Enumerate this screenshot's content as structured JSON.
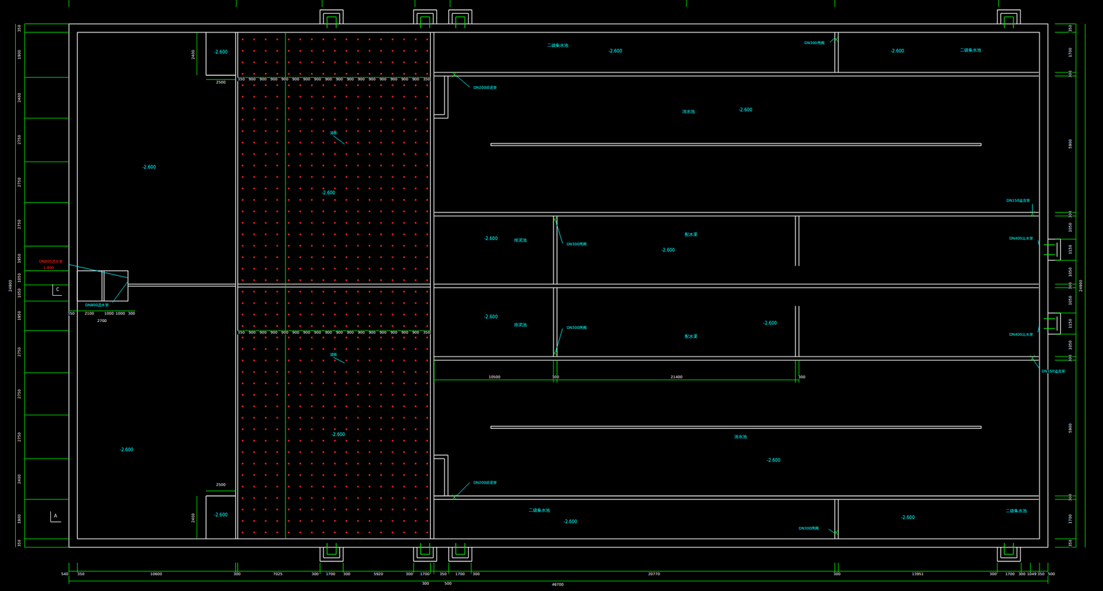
{
  "diagram": {
    "nodes": [
      {
        "text": [
          "-2.600",
          "-2.600"
        ]
      },
      {
        "text": [
          "-2.600"
        ],
        "in": 0
      },
      {
        "text": [
          "-2.600"
        ],
        "in": 0
      },
      {
        "text": [
          "-2.600",
          "-2.600"
        ]
      },
      {
        "text": [
          "二级集水池",
          "-2.600"
        ]
      },
      {
        "text": [
          "-2.600",
          "二级集水池"
        ]
      },
      {
        "text": [
          "清水池",
          "-2.600"
        ]
      },
      {
        "text": [
          "-2.600",
          "排泥池"
        ]
      },
      {
        "text": [
          "配水渠",
          "-2.600"
        ]
      },
      {
        "text": [
          "-2.600",
          "排泥池"
        ]
      },
      {
        "text": [
          "配水渠",
          "-2.600"
        ]
      },
      {
        "text": [
          "清水池",
          "-2.600"
        ]
      },
      {
        "text": [
          "二级集水池",
          "-2.600"
        ]
      },
      {
        "text": [
          "-2.600",
          "二级集水池"
        ]
      }
    ],
    "labels": [
      "350",
      "1900",
      "2400",
      "2750",
      "2750",
      "2750",
      "1950",
      "1050",
      "1050",
      "1950",
      "2750",
      "2750",
      "2750",
      "2400",
      "1900",
      "350",
      "24900",
      "350",
      "1700",
      "300",
      "5900",
      "300",
      "1050",
      "1150",
      "1050",
      "300",
      "1050",
      "1150",
      "1050",
      "300",
      "5900",
      "300",
      "1700",
      "350",
      "24900",
      "540",
      "350",
      "10600",
      "300",
      "7025",
      "300",
      "1700",
      "300",
      "5920",
      "300",
      "1700",
      "350",
      "1700",
      "300",
      "20770",
      "300",
      "13951",
      "300",
      "1700",
      "300",
      "1049",
      "350",
      "500",
      "300",
      "500",
      "46700",
      "350",
      "900",
      "900",
      "900",
      "900",
      "900",
      "900",
      "900",
      "900",
      "900",
      "900",
      "900",
      "900",
      "900",
      "900",
      "900",
      "900",
      "350",
      "350",
      "900",
      "900",
      "900",
      "900",
      "900",
      "900",
      "900",
      "900",
      "900",
      "900",
      "900",
      "900",
      "900",
      "900",
      "900",
      "900",
      "350",
      "10500",
      "300",
      "21400",
      "300",
      "2500",
      "2500",
      "2400",
      "2400",
      "350",
      "2100",
      "1000",
      "1000",
      "300",
      "2700",
      "C",
      "A",
      "DN800进水管",
      "-1.800",
      "DN800进水管",
      "DN300闸阀",
      "DN300闸阀",
      "DN200排泥管",
      "DN200排泥管",
      "DN300闸阀",
      "DN300闸阀",
      "DN150溢流管",
      "DN400出水管",
      "DN400出水管",
      "DN150溢流管",
      "滤板",
      "滤板"
    ]
  }
}
